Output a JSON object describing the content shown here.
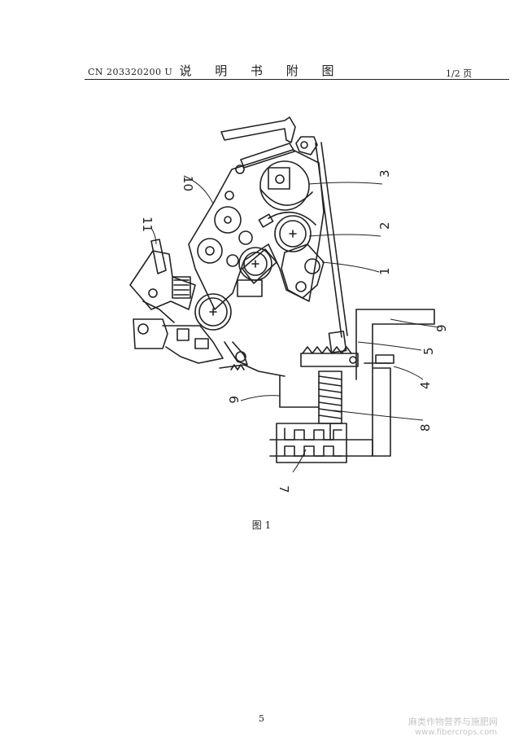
{
  "header": {
    "patent_number": "CN 203320200 U",
    "title": "说 明 书 附 图",
    "page_indicator": "1/2 页"
  },
  "figure": {
    "caption": "图 1",
    "labels": [
      "1",
      "2",
      "3",
      "4",
      "5",
      "6",
      "7",
      "8",
      "9",
      "10",
      "11"
    ]
  },
  "footer": {
    "page_number": "5",
    "watermark_line1": "麻类作物营养与施肥网",
    "watermark_line2": "www.fibercrops.com"
  }
}
